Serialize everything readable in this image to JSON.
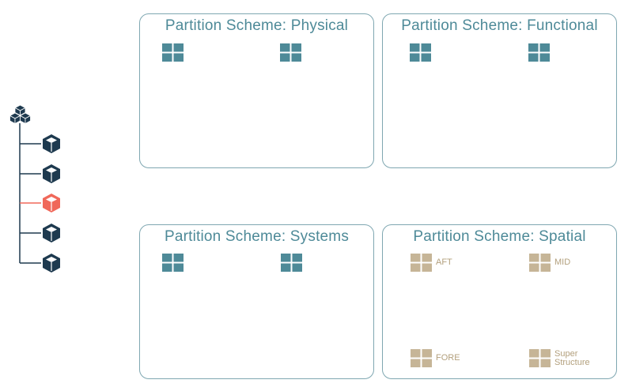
{
  "colors": {
    "panel_border": "#7fa7b1",
    "title": "#4e8a98",
    "teal_icon": "#4e8a98",
    "tan_icon": "#c6b597",
    "tan_label": "#b3a07d",
    "cube_dark": "#1e3a4f",
    "cube_selected": "#f0685a",
    "tree_line": "#1e3a4f"
  },
  "tree": {
    "root_icon": "assembly-icon",
    "children": [
      {
        "icon": "part-cube-icon",
        "state": "normal"
      },
      {
        "icon": "part-cube-icon",
        "state": "normal"
      },
      {
        "icon": "part-cube-icon",
        "state": "selected"
      },
      {
        "icon": "part-cube-icon",
        "state": "normal"
      },
      {
        "icon": "part-cube-icon",
        "state": "normal"
      }
    ]
  },
  "panels": [
    {
      "title": "Partition Scheme: Physical",
      "parts": [
        {
          "icon": "grid-icon",
          "label": ""
        },
        {
          "icon": "grid-icon",
          "label": ""
        }
      ]
    },
    {
      "title": "Partition Scheme: Functional",
      "parts": [
        {
          "icon": "grid-icon",
          "label": ""
        },
        {
          "icon": "grid-icon",
          "label": ""
        }
      ]
    },
    {
      "title": "Partition Scheme: Systems",
      "parts": [
        {
          "icon": "grid-icon",
          "label": ""
        },
        {
          "icon": "grid-icon",
          "label": ""
        }
      ]
    },
    {
      "title": "Partition Scheme: Spatial",
      "parts": [
        {
          "icon": "grid-icon",
          "label": "AFT"
        },
        {
          "icon": "grid-icon",
          "label": "MID"
        },
        {
          "icon": "grid-icon",
          "label": "FORE"
        },
        {
          "icon": "grid-icon",
          "label": "Super\nStructure"
        }
      ]
    }
  ]
}
